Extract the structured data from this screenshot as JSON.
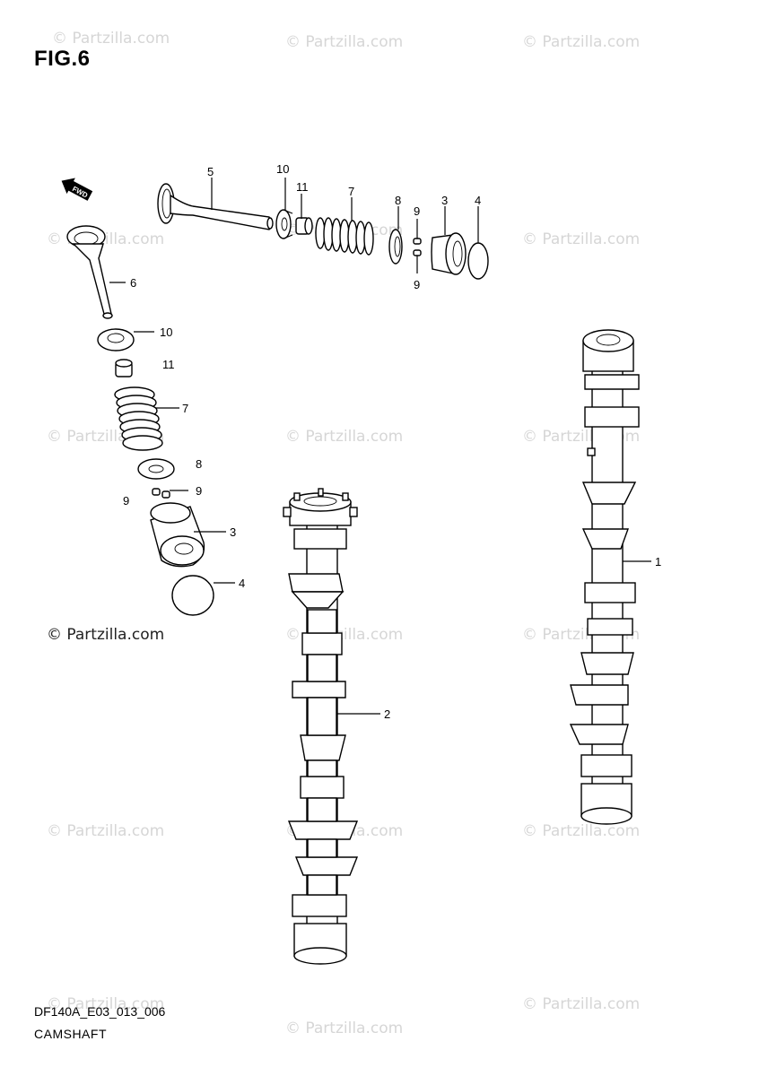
{
  "figure": {
    "title": "FIG.6",
    "code": "DF140A_E03_013_006",
    "name": "CAMSHAFT",
    "direction_tag": "FWD"
  },
  "watermark": {
    "text": "© Partzilla.com"
  },
  "callouts": {
    "c1": "1",
    "c2": "2",
    "c3a": "3",
    "c3b": "3",
    "c4a": "4",
    "c4b": "4",
    "c5": "5",
    "c6": "6",
    "c7a": "7",
    "c7b": "7",
    "c8a": "8",
    "c8b": "8",
    "c9a": "9",
    "c9b": "9",
    "c9c": "9",
    "c9d": "9",
    "c10a": "10",
    "c10b": "10",
    "c11a": "11",
    "c11b": "11"
  }
}
